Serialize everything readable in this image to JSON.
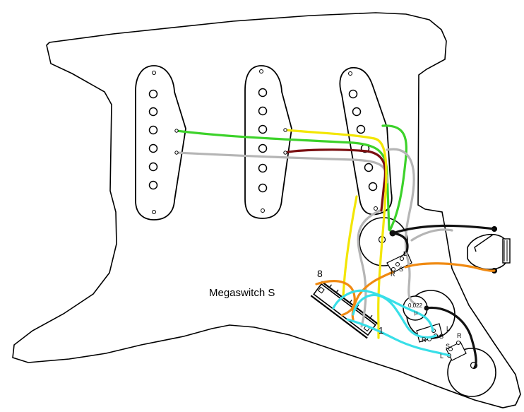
{
  "switch": {
    "name": "Megaswitch S",
    "top_lug": "8",
    "bottom_lug": "1"
  },
  "pot_lugs": {
    "volume": [
      "L",
      "S",
      "R"
    ],
    "tone1": [
      "L",
      "S",
      "R"
    ],
    "tone2": [
      "R",
      "S",
      "L"
    ]
  },
  "capacitor": {
    "value": "0,022",
    "unit": "µ"
  },
  "colors": {
    "green": "#3cd22a",
    "yellow": "#f3e600",
    "maroon": "#7a0e10",
    "gray": "#b5b5b5",
    "orange": "#f08a12",
    "cyan": "#38dfe8",
    "black": "#111111"
  }
}
